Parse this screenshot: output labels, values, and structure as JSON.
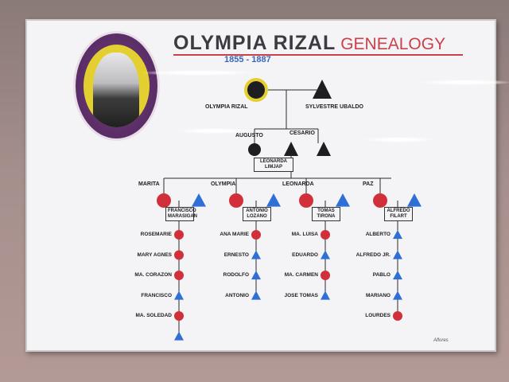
{
  "title": {
    "main": "OLYMPIA RIZAL",
    "accent": "GENEALOGY",
    "years": "1855 - 1887"
  },
  "colors": {
    "female": "#d1303a",
    "male": "#2f6fd6",
    "title_accent": "#c8424a",
    "years": "#3a66b8"
  },
  "gen1": {
    "female": "OLYMPIA RIZAL",
    "male": "SYLVESTRE UBALDO"
  },
  "gen2": {
    "left": "AUGUSTO",
    "right": "CESARIO",
    "spouse": "LEONARDA LIMJAP"
  },
  "gen3": [
    {
      "name": "MARITA",
      "spouse": "FRANCISCO MARASIGAN"
    },
    {
      "name": "OLYMPIA",
      "spouse": "ANTONIO LOZANO"
    },
    {
      "name": "LEONARDA",
      "spouse": "TOMAS TIRONA"
    },
    {
      "name": "PAZ",
      "spouse": "ALFREDO FILART"
    }
  ],
  "children": [
    [
      "ROSEMARIE",
      "MARY AGNES",
      "MA. CORAZON",
      "FRANCISCO",
      "MA. SOLEDAD"
    ],
    [
      "ANA MARIE",
      "ERNESTO",
      "RODOLFO",
      "ANTONIO"
    ],
    [
      "MA. LUISA",
      "EDUARDO",
      "MA. CARMEN",
      "JOSE TOMAS"
    ],
    [
      "ALBERTO",
      "ALFREDO JR.",
      "PABLO",
      "MARIANO",
      "LOURDES"
    ]
  ],
  "children_sex": [
    [
      "f",
      "f",
      "f",
      "m",
      "f",
      "m"
    ],
    [
      "f",
      "m",
      "m",
      "m"
    ],
    [
      "f",
      "m",
      "f",
      "m"
    ],
    [
      "m",
      "m",
      "m",
      "m",
      "f"
    ]
  ],
  "signature": "Aflores"
}
